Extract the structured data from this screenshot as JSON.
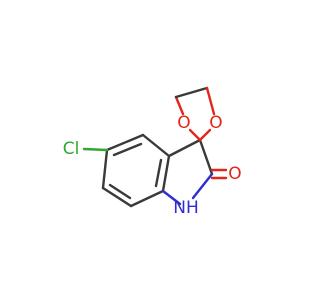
{
  "molecule": {
    "atoms": {
      "chlorine": {
        "text": "Cl",
        "color": "#2fa82f"
      },
      "oxygen_ring_left": {
        "text": "O",
        "color": "#e1261c"
      },
      "oxygen_ring_right": {
        "text": "O",
        "color": "#e1261c"
      },
      "oxygen_carbonyl": {
        "text": "O",
        "color": "#e1261c"
      },
      "nitrogen_h": {
        "text": "NH",
        "color": "#2d2dd0"
      }
    },
    "bond_color": "#3a3a3a"
  }
}
